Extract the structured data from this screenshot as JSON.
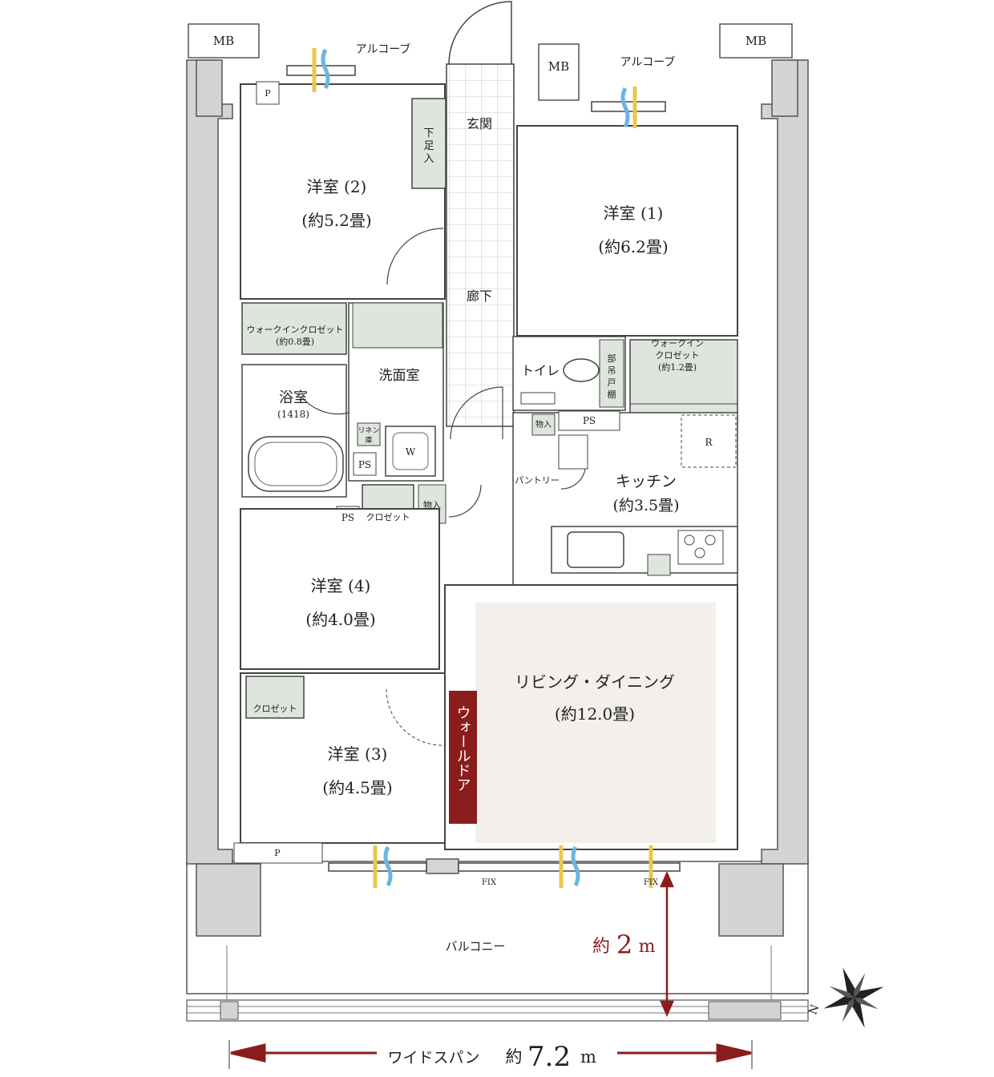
{
  "storage": {
    "mb": "MB",
    "alcove": "アルコーブ",
    "p": "P",
    "closet": "クロゼット",
    "linen_1": "リネン",
    "linen_2": "庫",
    "storage_small": "物入",
    "ps": "PS",
    "w": "W",
    "r": "R",
    "pantry": "パントリー",
    "shoe_1": "下",
    "shoe_2": "足",
    "shoe_3": "入",
    "hanging_1": "吊",
    "hanging_2": "戸",
    "hanging_3": "棚",
    "hanging_4": "部"
  },
  "rooms": {
    "entrance": "玄関",
    "hallway": "廊下",
    "western_1": {
      "name": "洋室 (1)",
      "size": "(約6.2畳)"
    },
    "western_2": {
      "name": "洋室 (2)",
      "size": "(約5.2畳)"
    },
    "western_3": {
      "name": "洋室 (3)",
      "size": "(約4.5畳)"
    },
    "western_4": {
      "name": "洋室 (4)",
      "size": "(約4.0畳)"
    },
    "wic_small": {
      "name": "ウォークインクロゼット",
      "size": "(約0.8畳)"
    },
    "wic_large": {
      "name_1": "ウォークイン",
      "name_2": "クロゼット",
      "size": "(約1.2畳)"
    },
    "bath": {
      "name": "浴室",
      "size": "(1418)"
    },
    "washroom": "洗面室",
    "toilet": "トイレ",
    "kitchen": {
      "name": "キッチン",
      "size": "(約3.5畳)"
    },
    "living": {
      "name": "リビング・ダイニング",
      "size": "(約12.0畳)"
    },
    "balcony": "バルコニー"
  },
  "wall_door": "ウォールドア",
  "fix": "FIX",
  "depth": {
    "prefix": "約",
    "value": "2",
    "unit": "m"
  },
  "span": {
    "label": "ワイドスパン",
    "prefix": "約",
    "value": "7.2",
    "unit": "m"
  },
  "compass": {
    "label": "N"
  },
  "colors": {
    "storage_fill": "#dde5dd",
    "living_fill": "#f3f0ec",
    "wall_fill": "#d4d4d4",
    "accent": "#8b1c1c",
    "airflow_yellow": "#e8c84a",
    "airflow_blue": "#6ab6e0"
  }
}
